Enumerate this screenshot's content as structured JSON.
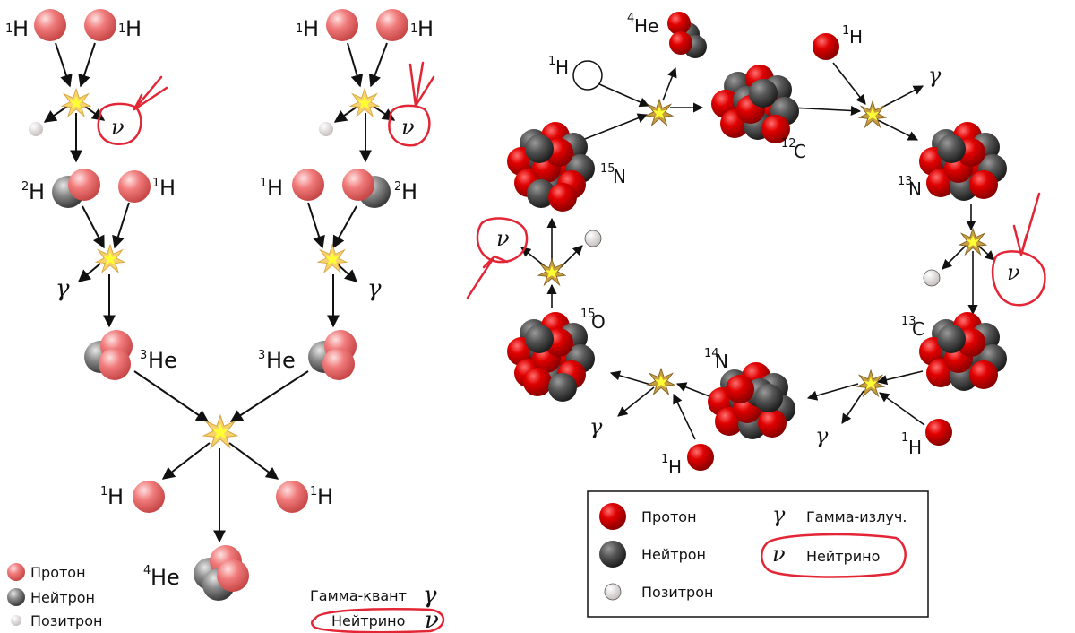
{
  "left": {
    "labels": {
      "h_sup": "1",
      "h": "H",
      "d_sup": "2",
      "he_sup": "3",
      "he": "He",
      "he4_sup": "4"
    },
    "gamma": "γ",
    "nu": "ν",
    "legend": {
      "proton": "Протон",
      "neutron": "Нейтрон",
      "positron": "Позитрон",
      "gamma_label": "Гамма-квант",
      "gamma_symbol": "γ",
      "neutrino_label": "Нейтрино",
      "neutrino_symbol": "ν"
    }
  },
  "right": {
    "labels": {
      "he4_sup": "4",
      "he": "He",
      "h_sup": "1",
      "h": "H",
      "c12_sup": "12",
      "c": "C",
      "n13_sup": "13",
      "n": "N",
      "c13_sup": "13",
      "n14_sup": "14",
      "o15_sup": "15",
      "o": "O",
      "n15_sup": "15"
    },
    "gamma": "γ",
    "nu": "ν",
    "legend": {
      "proton": "Протон",
      "neutron": "Нейтрон",
      "positron": "Позитрон",
      "gamma_symbol": "γ",
      "gamma_label": "Гамма-излуч.",
      "neutrino_symbol": "ν",
      "neutrino_label": "Нейтрино"
    }
  },
  "colors": {
    "proton_light": "#f08080",
    "proton_red": "#e00000",
    "neutron": "#555555",
    "positron": "#dddddd",
    "annotation": "#e32636",
    "flash": "#f5c518"
  }
}
